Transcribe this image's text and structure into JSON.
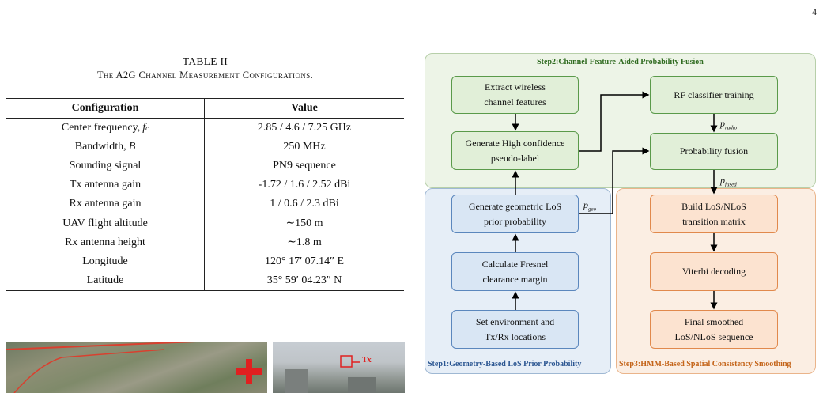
{
  "page_number": "4",
  "table": {
    "caption_label": "TABLE II",
    "caption_title": "The A2G Channel Measurement Configurations.",
    "headers": [
      "Configuration",
      "Value"
    ],
    "rows": [
      {
        "config": "Center frequency, f_c",
        "config_main": "Center frequency, ",
        "config_math": "f",
        "config_sub": "c",
        "value": "2.85 / 4.6 / 7.25 GHz"
      },
      {
        "config": "Bandwidth, B",
        "config_main": "Bandwidth, ",
        "config_math": "B",
        "config_sub": "",
        "value": "250 MHz"
      },
      {
        "config": "Sounding signal",
        "config_main": "Sounding signal",
        "config_math": "",
        "config_sub": "",
        "value": "PN9 sequence"
      },
      {
        "config": "Tx antenna gain",
        "config_main": "Tx antenna gain",
        "config_math": "",
        "config_sub": "",
        "value": "-1.72 / 1.6 / 2.52 dBi"
      },
      {
        "config": "Rx antenna gain",
        "config_main": "Rx antenna gain",
        "config_math": "",
        "config_sub": "",
        "value": "1 / 0.6 / 2.3 dBi"
      },
      {
        "config": "UAV flight altitude",
        "config_main": "UAV flight altitude",
        "config_math": "",
        "config_sub": "",
        "value": "∼150 m"
      },
      {
        "config": "Rx antenna height",
        "config_main": "Rx antenna height",
        "config_math": "",
        "config_sub": "",
        "value": "∼1.8 m"
      },
      {
        "config": "Longitude",
        "config_main": "Longitude",
        "config_math": "",
        "config_sub": "",
        "value": "120° 17′ 07.14″ E"
      },
      {
        "config": "Latitude",
        "config_main": "Latitude",
        "config_math": "",
        "config_sub": "",
        "value": "35° 59′ 04.23″ N"
      }
    ]
  },
  "figure": {
    "photo_label": "Tx",
    "step2": {
      "title": "Step2:Channel-Feature-Aided Probability Fusion",
      "extract": [
        "Extract wireless",
        "channel features"
      ],
      "pseudo": [
        "Generate High confidence",
        "pseudo-label"
      ],
      "rf": "RF classifier training",
      "fusion": "Probability fusion"
    },
    "step1": {
      "title": "Step1:Geometry-Based LoS Prior Probability",
      "geo": [
        "Generate geometric LoS",
        "prior probability"
      ],
      "fresnel": [
        "Calculate Fresnel",
        "clearance margin"
      ],
      "env": [
        "Set environment and",
        "Tx/Rx locations"
      ]
    },
    "step3": {
      "title": "Step3:HMM-Based Spatial Consistency Smoothing",
      "matrix": [
        "Build LoS/NLoS",
        "transition matrix"
      ],
      "viterbi": "Viterbi decoding",
      "final": [
        "Final smoothed",
        "LoS/NLoS sequence"
      ]
    },
    "labels": {
      "p": "p",
      "radio": "radio",
      "geo": "geo",
      "fused": "fused"
    },
    "colors": {
      "green": "#5a9a4a",
      "blue": "#5b87bd",
      "orange": "#e1894c",
      "title_green": "#2e6a1f",
      "title_blue": "#2a5591",
      "title_orange": "#c46419"
    }
  }
}
